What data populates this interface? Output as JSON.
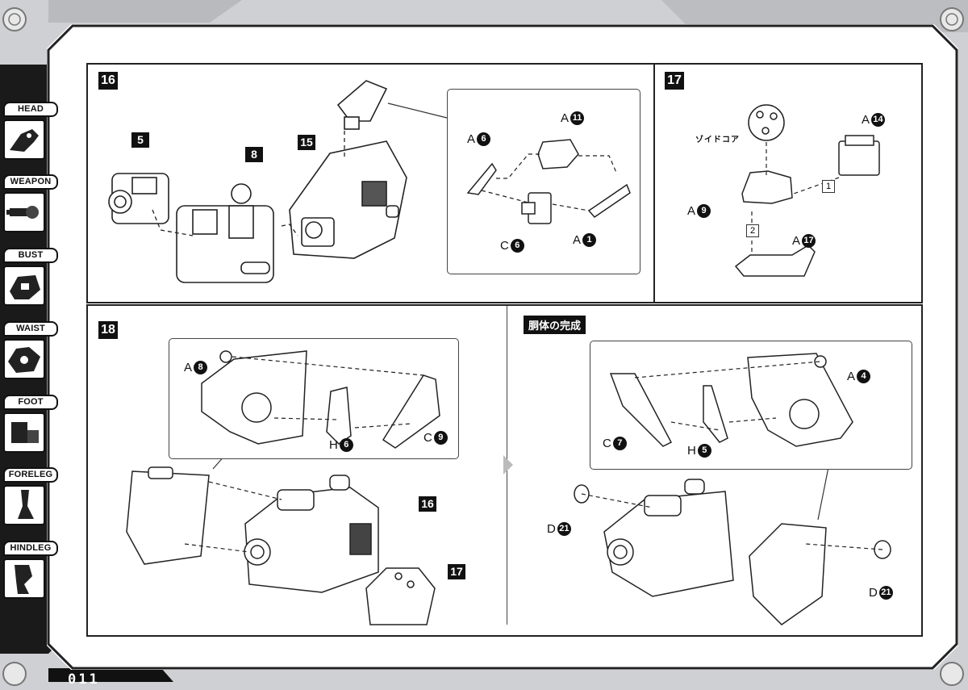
{
  "sidebar": {
    "tabs": [
      {
        "label": "HEAD",
        "icon": "head-icon"
      },
      {
        "label": "WEAPON",
        "icon": "weapon-icon"
      },
      {
        "label": "BUST",
        "icon": "bust-icon"
      },
      {
        "label": "WAIST",
        "icon": "waist-icon"
      },
      {
        "label": "FOOT",
        "icon": "foot-icon"
      },
      {
        "label": "FORELEG",
        "icon": "foreleg-icon"
      },
      {
        "label": "HINDLEG",
        "icon": "hindleg-icon"
      }
    ]
  },
  "page_number": "011",
  "step16": {
    "number": "16",
    "callouts": [
      "5",
      "8",
      "15"
    ],
    "parts": [
      {
        "letter": "A",
        "num": "11"
      },
      {
        "letter": "A",
        "num": "6"
      },
      {
        "letter": "C",
        "num": "6"
      },
      {
        "letter": "A",
        "num": "1"
      }
    ]
  },
  "step17": {
    "number": "17",
    "zoid_core_label": "ゾイドコア",
    "parts": [
      {
        "letter": "A",
        "num": "14"
      },
      {
        "letter": "A",
        "num": "9"
      },
      {
        "letter": "A",
        "num": "17"
      }
    ],
    "order": [
      "1",
      "2"
    ]
  },
  "step18": {
    "number": "18",
    "callouts": [
      "16",
      "17"
    ],
    "parts": [
      {
        "letter": "A",
        "num": "8"
      },
      {
        "letter": "H",
        "num": "6"
      },
      {
        "letter": "C",
        "num": "9"
      }
    ]
  },
  "complete": {
    "title": "胴体の完成",
    "parts": [
      {
        "letter": "A",
        "num": "4"
      },
      {
        "letter": "C",
        "num": "7"
      },
      {
        "letter": "H",
        "num": "5"
      },
      {
        "letter": "D",
        "num": "21"
      },
      {
        "letter": "D",
        "num": "21"
      }
    ]
  }
}
